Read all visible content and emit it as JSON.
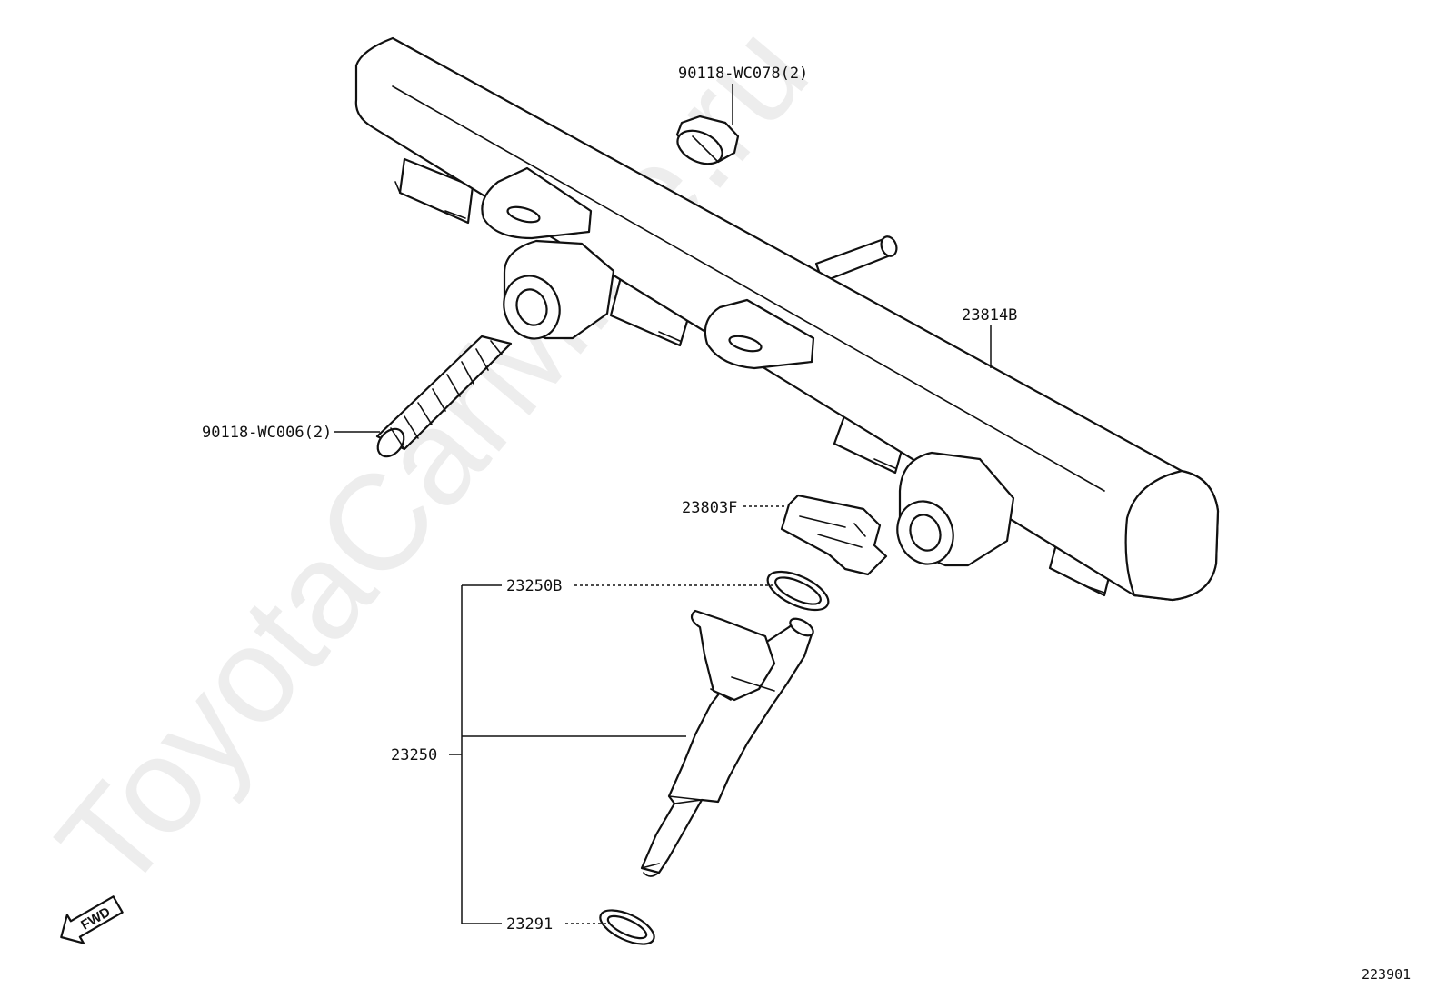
{
  "watermark": "ToyotaCarMine.ru",
  "diagram_code": "223901",
  "fwd_label": "FWD",
  "labels": {
    "nut": "90118-WC078(2)",
    "delivery_pipe": "23814B",
    "stud_bolt": "90118-WC006(2)",
    "clip": "23803F",
    "upper_o_ring": "23250B",
    "injector": "23250",
    "lower_o_ring": "23291"
  }
}
